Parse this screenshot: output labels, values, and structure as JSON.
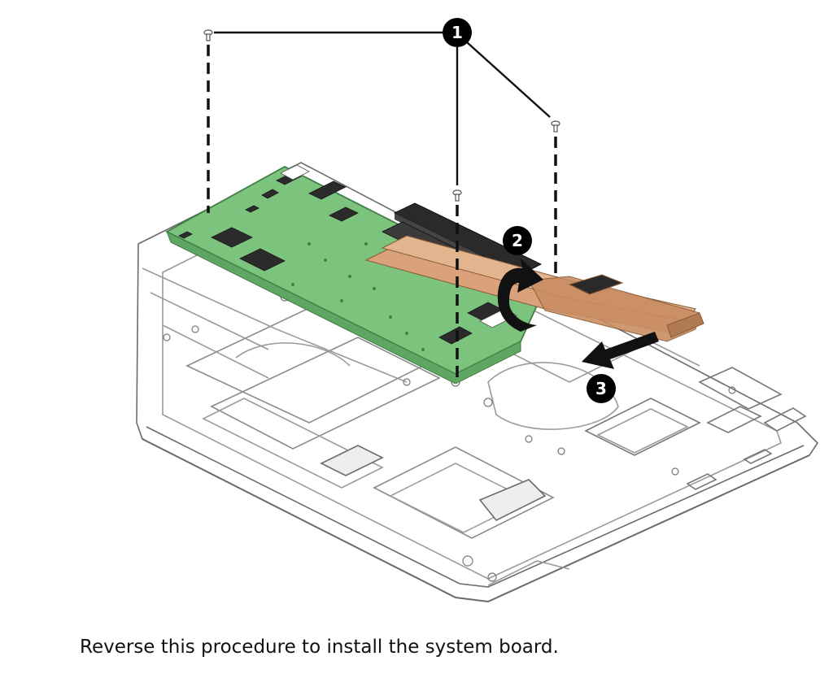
{
  "diagram": {
    "callouts": [
      {
        "id": "1",
        "label": "1",
        "meaning": "screws"
      },
      {
        "id": "2",
        "label": "2",
        "meaning": "lift system board"
      },
      {
        "id": "3",
        "label": "3",
        "meaning": "slide board out"
      }
    ],
    "colors": {
      "board": "#7cc37e",
      "board_edge": "#3f7f44",
      "heat_pipe": "#d9a27a",
      "chassis_line": "#6b6b6b",
      "callout_fill": "#000000",
      "callout_text": "#ffffff"
    }
  },
  "caption": "Reverse this procedure to install the system board."
}
